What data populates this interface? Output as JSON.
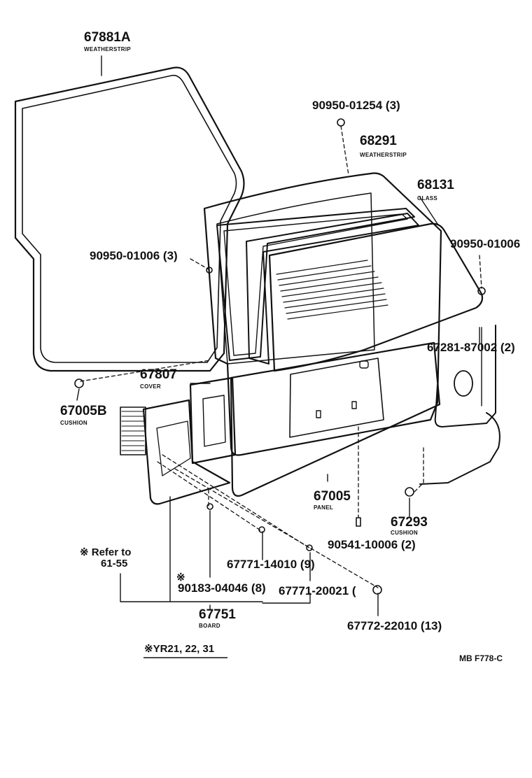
{
  "parts": {
    "weatherstrip_door": {
      "number": "67881A",
      "name": "WEATHERSTRIP"
    },
    "bolt_top": {
      "number": "90950-01254 (3)"
    },
    "weatherstrip_glass": {
      "number": "68291",
      "name": "WEATHERSTRIP"
    },
    "glass": {
      "number": "68131",
      "name": "GLASS"
    },
    "clip_left": {
      "number": "90950-01006 (3)"
    },
    "clip_right": {
      "number": "90950-01006"
    },
    "part_67281": {
      "number": "67281-87002 (2)"
    },
    "cover": {
      "number": "67807",
      "name": "COVER"
    },
    "cushion_left": {
      "number": "67005B",
      "name": "CUSHION"
    },
    "panel": {
      "number": "67005",
      "name": "PANEL"
    },
    "cushion_right": {
      "number": "67293",
      "name": "CUSHION"
    },
    "bolt_90541": {
      "number": "90541-10006 (2)"
    },
    "clip_14010": {
      "number": "67771-14010 (9)"
    },
    "screw_90183": {
      "number": "90183-04046 (8)"
    },
    "clip_20021": {
      "number": "67771-20021 ("
    },
    "board": {
      "number": "67751",
      "name": "BOARD"
    },
    "clip_22010": {
      "number": "67772-22010 (13)"
    }
  },
  "notes": {
    "refer_line1": "※ Refer to",
    "refer_line2": "61-55",
    "asterisk": "※",
    "models": "※YR21, 22, 31",
    "catalog_code": "MB F778-C"
  }
}
